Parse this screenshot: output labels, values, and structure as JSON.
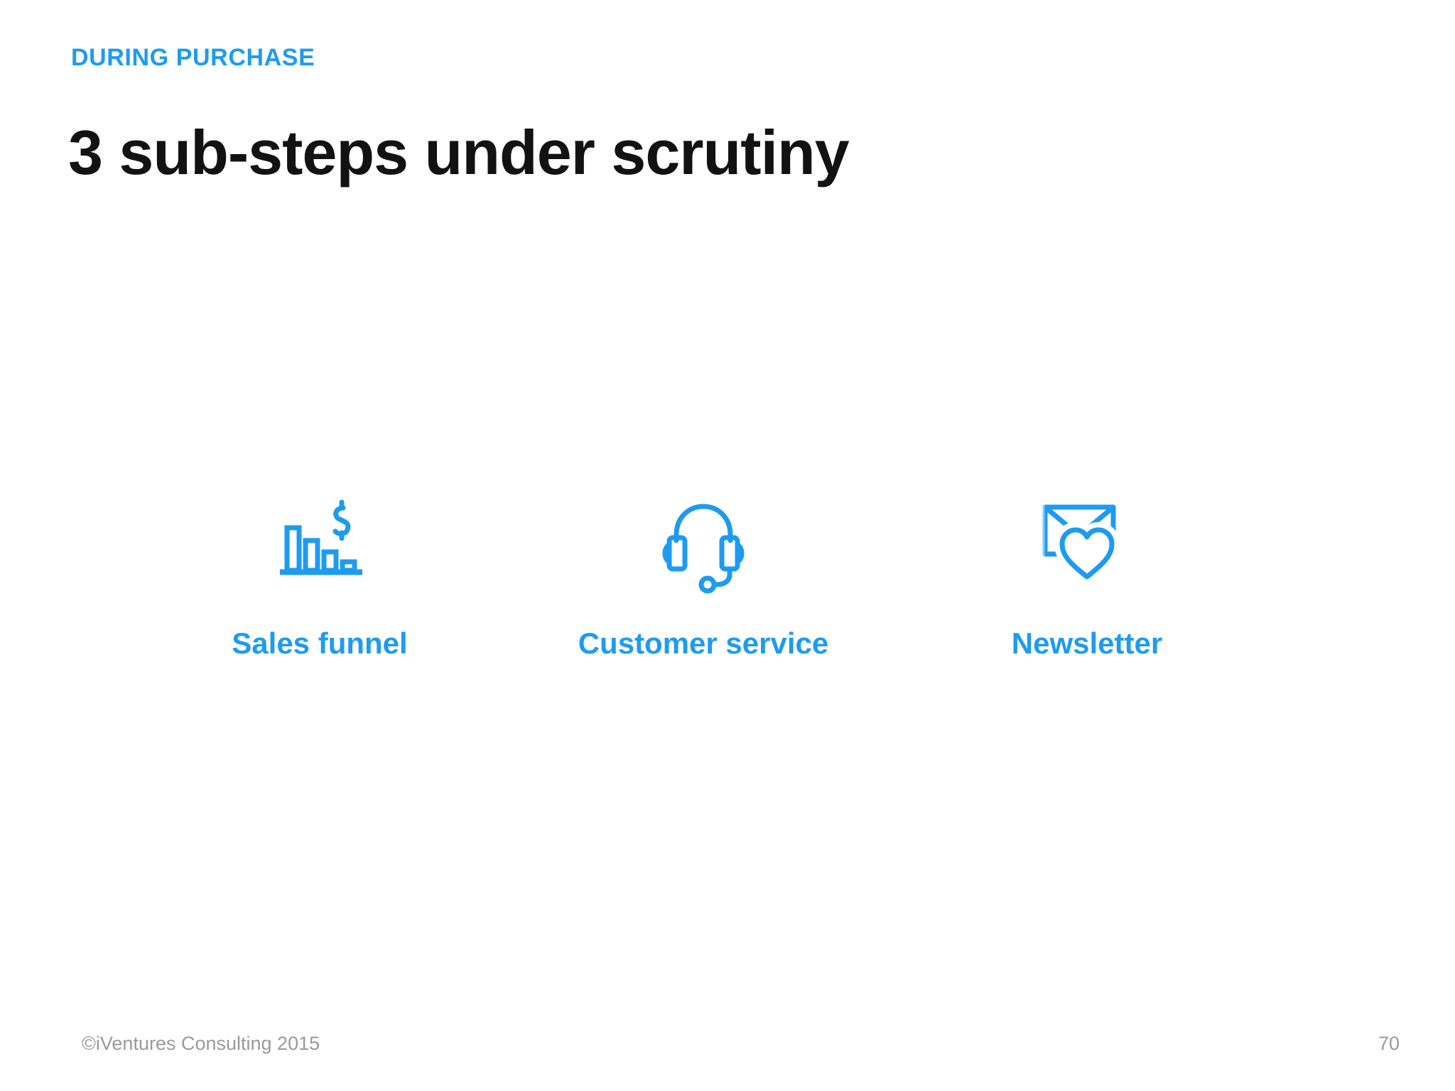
{
  "slide": {
    "eyebrow": "DURING PURCHASE",
    "title": "3 sub-steps under scrutiny",
    "accent_color": "#1E9BF0",
    "title_color": "#121212",
    "background_color": "#FFFFFF",
    "footer_color": "#9A9A9D"
  },
  "columns": [
    {
      "label": "Sales funnel",
      "icon": "bar-chart-dollar-icon"
    },
    {
      "label": "Customer service",
      "icon": "headset-support-icon"
    },
    {
      "label": "Newsletter",
      "icon": "envelope-heart-icon"
    }
  ],
  "footer": {
    "copyright": "©iVentures Consulting 2015",
    "page_number": "70"
  }
}
